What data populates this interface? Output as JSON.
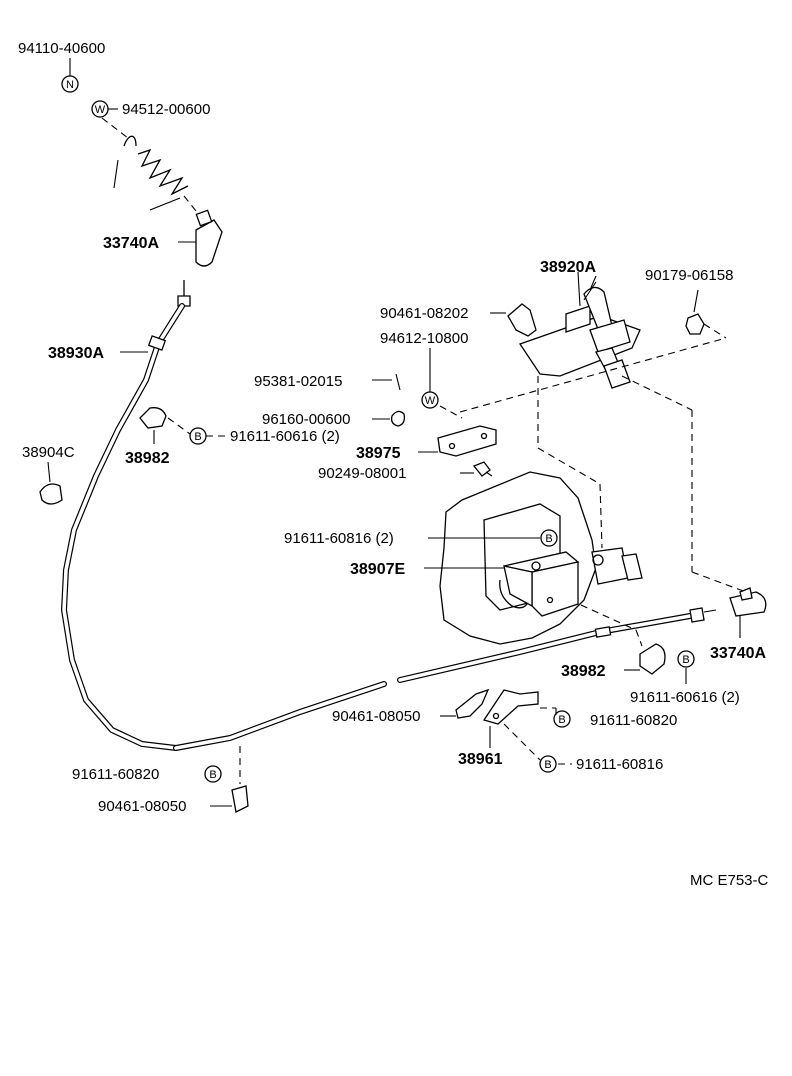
{
  "labels": {
    "p_94110_40600": "94110-40600",
    "p_94512_00600": "94512-00600",
    "p_33740A_top": "33740A",
    "p_38930A": "38930A",
    "p_38904C": "38904C",
    "p_38982_left": "38982",
    "p_91611_60616_left": "91611-60616 (2)",
    "p_38920A": "38920A",
    "p_90179_06158": "90179-06158",
    "p_90461_08202": "90461-08202",
    "p_94612_10800": "94612-10800",
    "p_95381_02015": "95381-02015",
    "p_96160_00600": "96160-00600",
    "p_38975": "38975",
    "p_90249_08001": "90249-08001",
    "p_91611_60816_2": "91611-60816 (2)",
    "p_38907E": "38907E",
    "p_33740A_right": "33740A",
    "p_38982_right": "38982",
    "p_91611_60616_right": "91611-60616 (2)",
    "p_90461_08050_mid": "90461-08050",
    "p_91611_60820_mid": "91611-60820",
    "p_38961": "38961",
    "p_91611_60816_mid": "91611-60816",
    "p_91611_60820_left": "91611-60820",
    "p_90461_08050_left": "90461-08050",
    "diagram_code": "MC E753-C"
  },
  "symbols": {
    "nut": "N",
    "washer": "W",
    "bolt": "B"
  }
}
